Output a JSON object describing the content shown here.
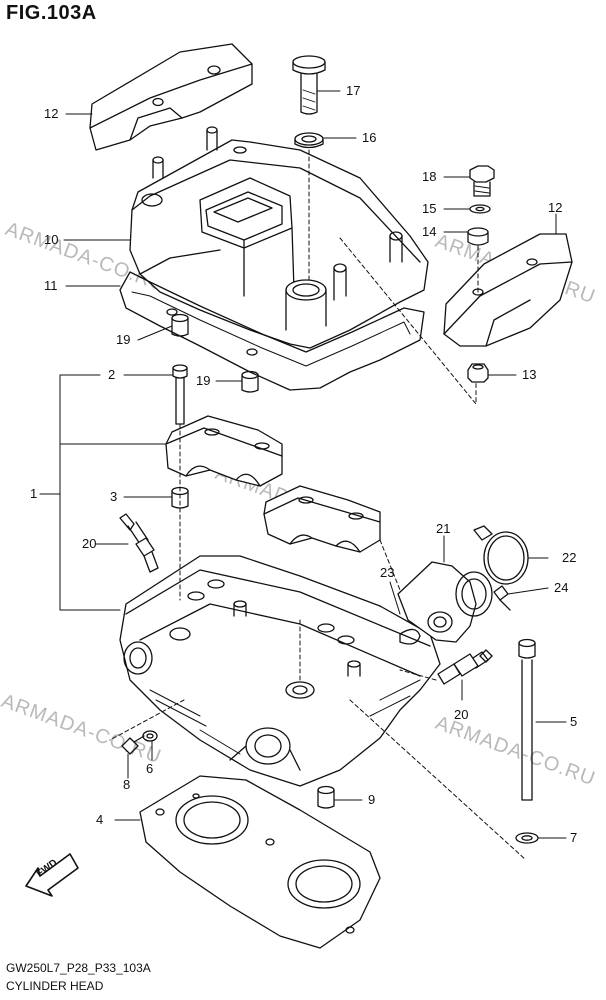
{
  "figure": {
    "title": "FIG.103A",
    "code": "GW250L7_P28_P33_103A",
    "name": "CYLINDER HEAD",
    "fwd_label": "FWD"
  },
  "watermark": {
    "text": "ARMADA-CO.RU",
    "color": "#b9b9b9"
  },
  "callouts": [
    "1",
    "2",
    "3",
    "4",
    "5",
    "6",
    "7",
    "8",
    "9",
    "10",
    "11",
    "12",
    "12",
    "13",
    "14",
    "15",
    "16",
    "17",
    "18",
    "19",
    "19",
    "20",
    "20",
    "21",
    "22",
    "23",
    "24"
  ],
  "colors": {
    "ink": "#111111",
    "background": "#ffffff"
  }
}
